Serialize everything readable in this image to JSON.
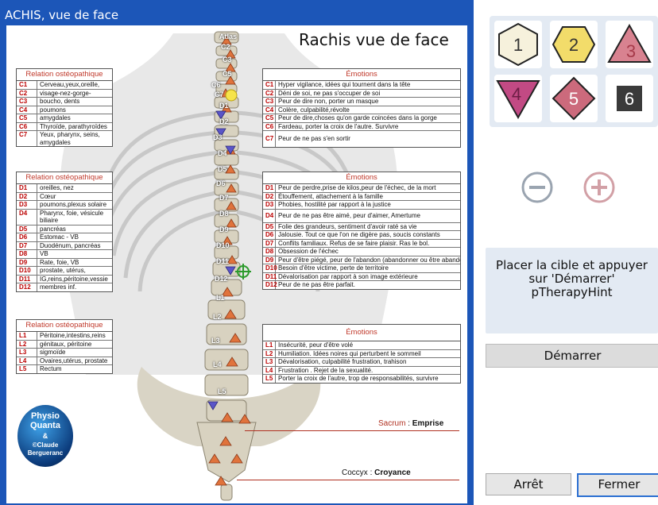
{
  "window": {
    "title": "ACHIS, vue de face"
  },
  "chart": {
    "title": "Rachis vue de face",
    "relation_header": "Relation ostéopathique",
    "emotions_header": "Émotions",
    "cervical_relation": [
      {
        "code": "C1",
        "text": "Cerveau,yeux,oreille,"
      },
      {
        "code": "C2",
        "text": "visage-nez-gorge-"
      },
      {
        "code": "C3",
        "text": "boucho, dents"
      },
      {
        "code": "C4",
        "text": "poumons"
      },
      {
        "code": "C5",
        "text": "amygdales"
      },
      {
        "code": "C6",
        "text": "Thyroïde, parathyroïdes"
      },
      {
        "code": "C7",
        "text": "Yeux, pharynx, seins, amygdales"
      }
    ],
    "dorsal_relation": [
      {
        "code": "D1",
        "text": "oreilles, nez"
      },
      {
        "code": "D2",
        "text": "Cœur"
      },
      {
        "code": "D3",
        "text": "poumons,plexus solaire"
      },
      {
        "code": "D4",
        "text": "Pharynx, foie, vésicule biliaire"
      },
      {
        "code": "D5",
        "text": "pancréas"
      },
      {
        "code": "D6",
        "text": "Estomac - VB"
      },
      {
        "code": "D7",
        "text": "Duodénum, pancréas"
      },
      {
        "code": "D8",
        "text": "VB"
      },
      {
        "code": "D9",
        "text": "Rate, foie, VB"
      },
      {
        "code": "D10",
        "text": "prostate, utérus,"
      },
      {
        "code": "D11",
        "text": "IG,reins,péritoine,vessie"
      },
      {
        "code": "D12",
        "text": "membres inf."
      }
    ],
    "lumbar_relation": [
      {
        "code": "L1",
        "text": "Péritoine,intestins,reins"
      },
      {
        "code": "L2",
        "text": "génitaux, péritoine"
      },
      {
        "code": "L3",
        "text": "sigmoïde"
      },
      {
        "code": "L4",
        "text": "Ovaires,utérus, prostate"
      },
      {
        "code": "L5",
        "text": "Rectum"
      }
    ],
    "cervical_emotions": [
      {
        "code": "C1",
        "text": "Hyper vigilance, idées qui tournent dans la tête"
      },
      {
        "code": "C2",
        "text": "Déni de soi, ne pas s'occuper de soi"
      },
      {
        "code": "C3",
        "text": "Peur de dire non, porter un masque"
      },
      {
        "code": "C4",
        "text": "Colère, culpabilité,révolte"
      },
      {
        "code": "C5",
        "text": "Peur de dire,choses qu'on garde coincées dans la gorge"
      },
      {
        "code": "C6",
        "text": "Fardeau, porter la croix de l'autre. Survivre"
      },
      {
        "code": "C7",
        "text": "Peur de ne pas s'en sortir"
      }
    ],
    "dorsal_emotions": [
      {
        "code": "D1",
        "text": "Peur de perdre,prise de kilos,peur de l'échec, de la mort"
      },
      {
        "code": "D2",
        "text": "Étouffement, attachement à la famille"
      },
      {
        "code": "D3",
        "text": "Phobies, hostilité par rapport à la justice"
      },
      {
        "code": "D4",
        "text": "Peur de ne pas être aimé, peur d'aimer, Amertume"
      },
      {
        "code": "D5",
        "text": "Folie des grandeurs, sentiment d'avoir raté sa vie"
      },
      {
        "code": "D6",
        "text": "Jalousie. Tout ce que l'on ne digère pas, soucis constants"
      },
      {
        "code": "D7",
        "text": "Conflits familiaux. Refus de se faire plaisir. Ras le bol."
      },
      {
        "code": "D8",
        "text": "Obsession de l'échec"
      },
      {
        "code": "D9",
        "text": "Peur d'être piégé, peur de l'abandon (abandonner ou être abandonné)"
      },
      {
        "code": "D10",
        "text": "Besoin d'être victime, perte de territoire"
      },
      {
        "code": "D11",
        "text": "Dévalorisation par rapport à son image extérieure"
      },
      {
        "code": "D12",
        "text": "Peur de ne pas être parfait."
      }
    ],
    "lumbar_emotions": [
      {
        "code": "L1",
        "text": "Insécurité, peur d'être volé"
      },
      {
        "code": "L2",
        "text": "Humiliation. Idées noires qui perturbent le sommeil"
      },
      {
        "code": "L3",
        "text": "Dévalorisation, culpabilité frustration, trahison"
      },
      {
        "code": "L4",
        "text": "Frustration . Rejet de la sexualité."
      },
      {
        "code": "L5",
        "text": "Porter la croix de l'autre, trop de responsabilités, survivre"
      }
    ],
    "vertebra_labels": [
      "Atlas",
      "C2",
      "C3",
      "C5",
      "C6",
      "C7",
      "D1",
      "D2",
      "D3",
      "D4",
      "D5",
      "D6",
      "D7",
      "D8",
      "D9",
      "D10",
      "D11",
      "D12",
      "L1",
      "L2",
      "L3",
      "L4",
      "L5"
    ],
    "sacrum": {
      "label": "Sacrum",
      "value": "Emprise"
    },
    "coccyx": {
      "label": "Coccyx",
      "value": "Croyance"
    },
    "logo": {
      "line1": "Physio",
      "line2": "Quanta",
      "line3": "&",
      "line4": "©Claude",
      "line5": "Bergueranc"
    }
  },
  "sidebar": {
    "tiles": [
      "1",
      "2",
      "3",
      "4",
      "5",
      "6"
    ],
    "hint_lines": [
      "Placer la cible et appuyer",
      "sur 'Démarrer'",
      "pTherapyHint"
    ],
    "start_label": "Démarrer",
    "stop_label": "Arrêt",
    "close_label": "Fermer"
  }
}
